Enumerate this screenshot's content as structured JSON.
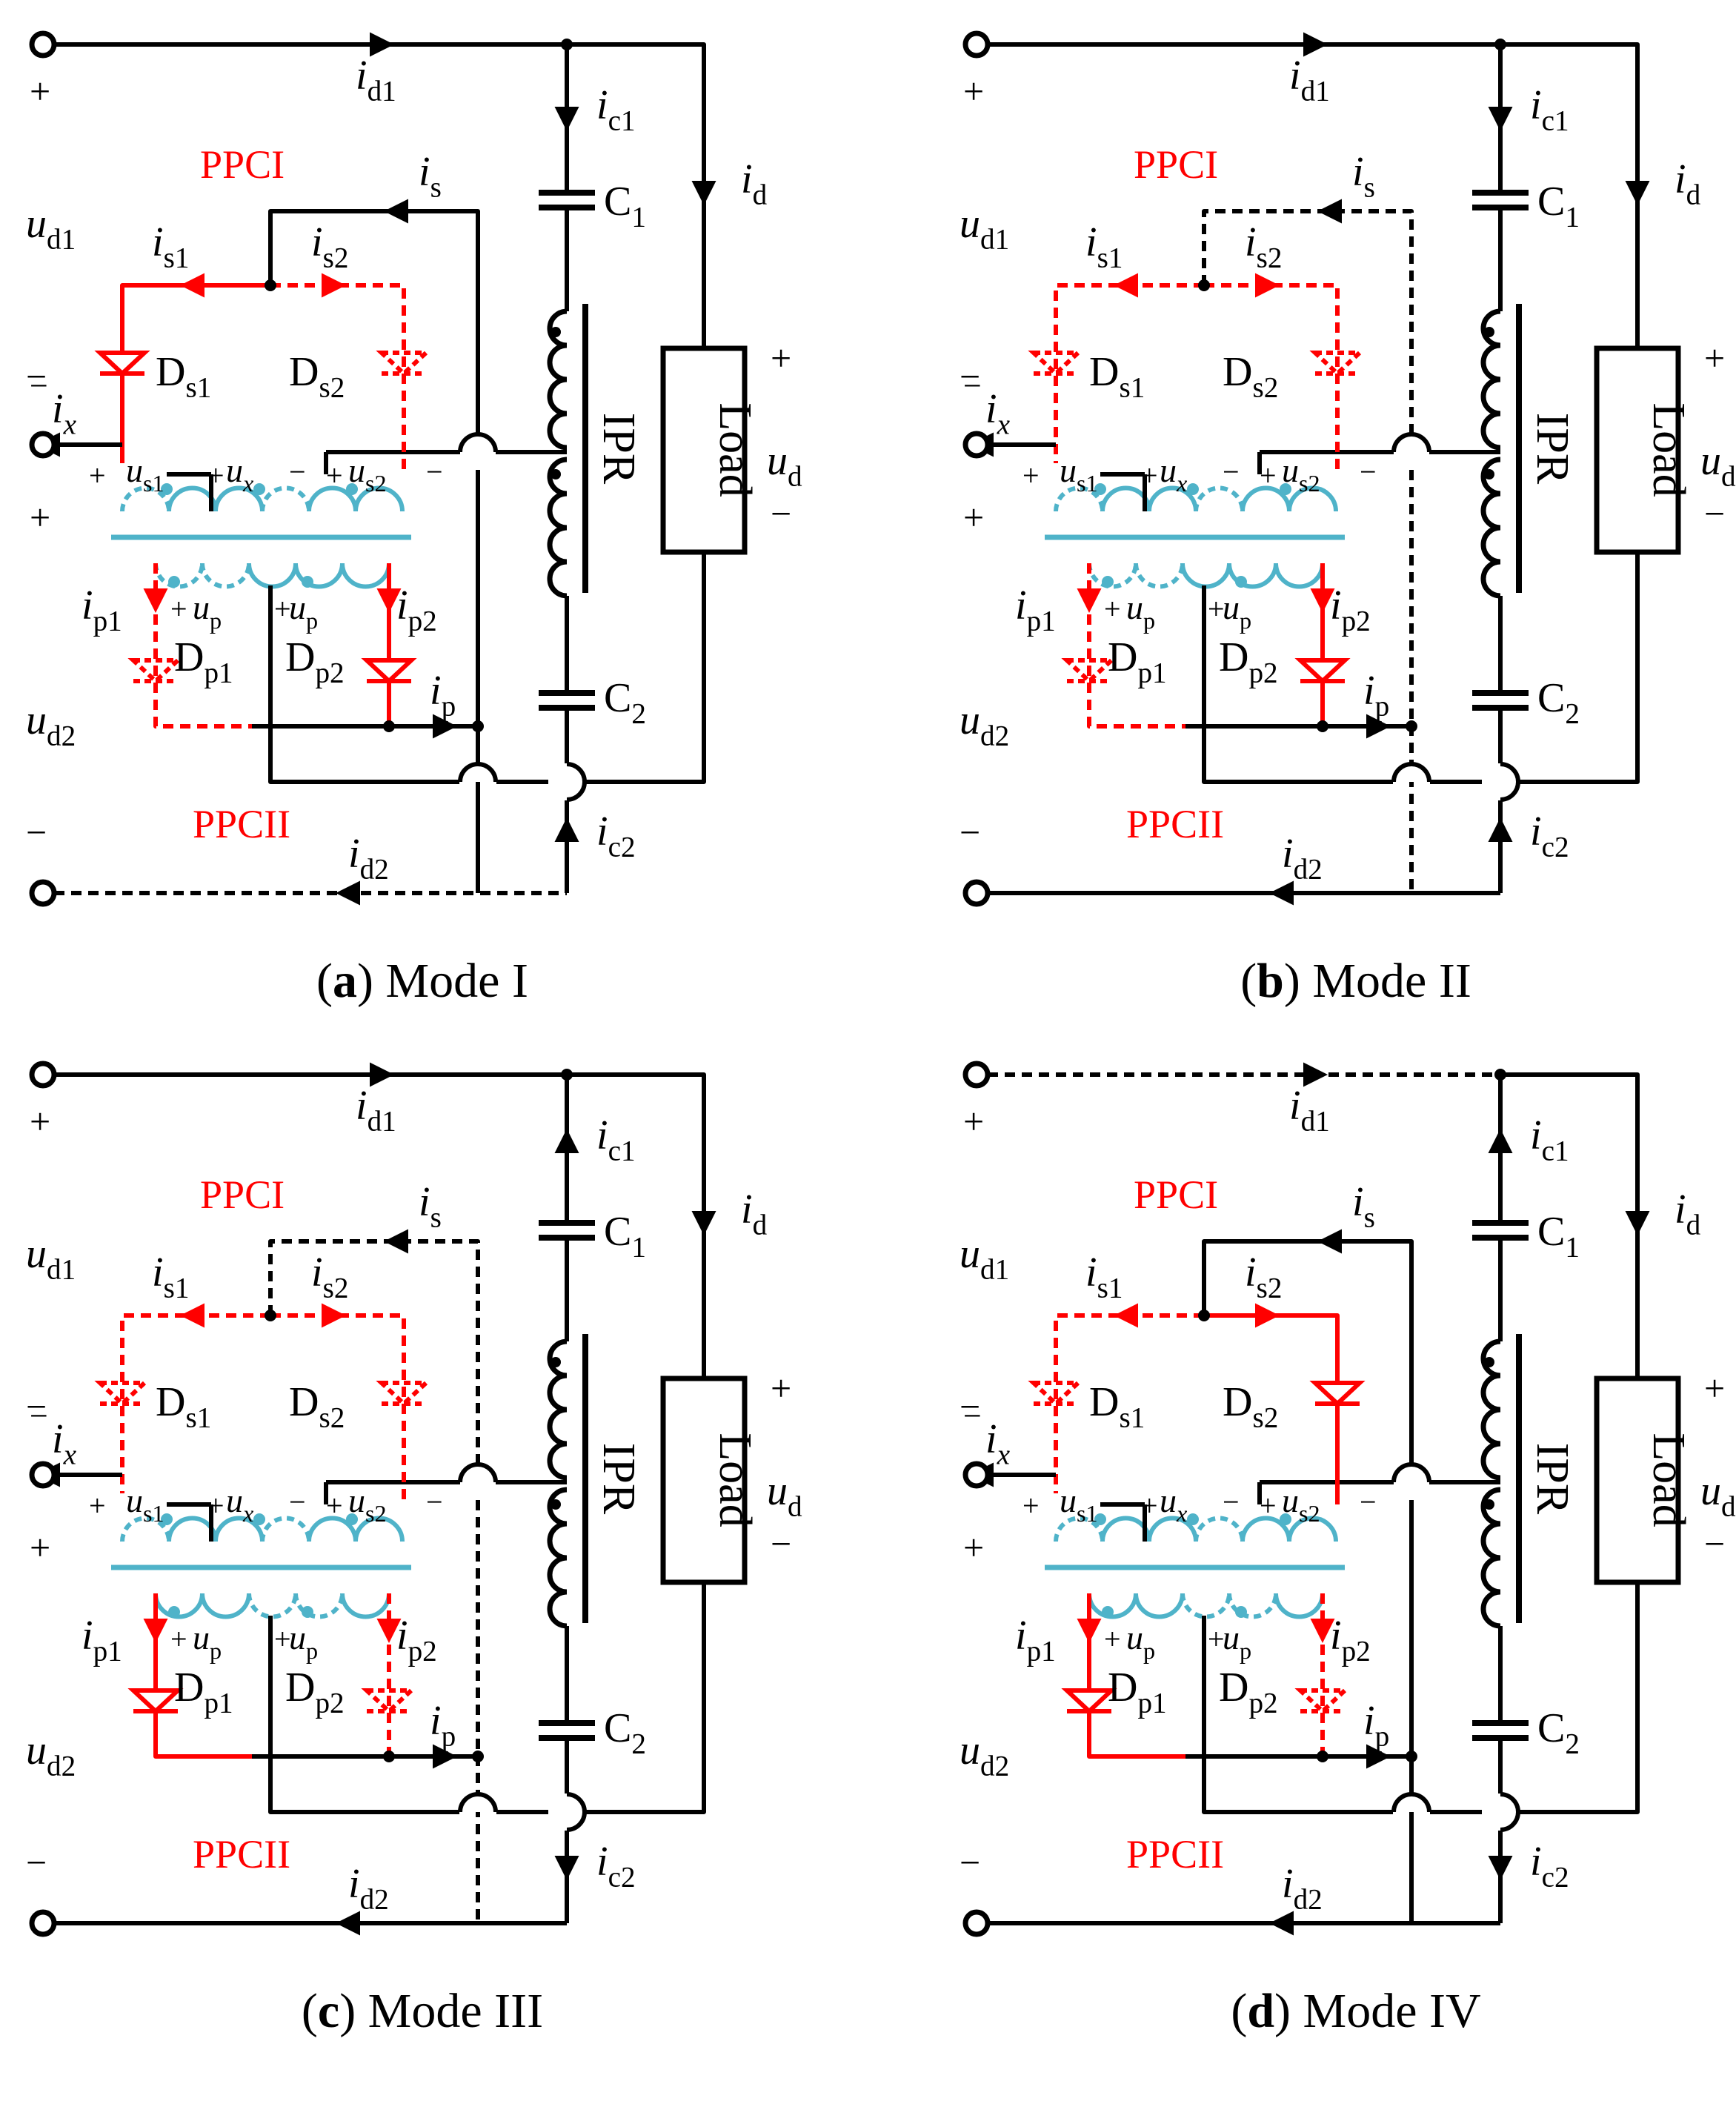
{
  "figure": {
    "panels": [
      {
        "id": "a",
        "caption": {
          "tag": "a",
          "text": "Mode I"
        },
        "s1": true,
        "s2": false,
        "p1": false,
        "p2": true,
        "d1_dashed": false,
        "d2_dashed": true,
        "s_dashed": false,
        "p_dashed": false,
        "x_dashed": false,
        "c1_dir": "down",
        "c2_dir": "up",
        "sec_dashed": [
          true,
          false,
          false,
          true
        ],
        "pri_dashed": [
          true,
          true,
          false,
          false
        ]
      },
      {
        "id": "b",
        "caption": {
          "tag": "b",
          "text": "Mode II"
        },
        "s1": false,
        "s2": false,
        "p1": false,
        "p2": true,
        "d1_dashed": false,
        "d2_dashed": false,
        "s_dashed": true,
        "p_dashed": false,
        "x_dashed": false,
        "c1_dir": "down",
        "c2_dir": "up",
        "sec_dashed": [
          true,
          false,
          false,
          true
        ],
        "pri_dashed": [
          true,
          true,
          false,
          false
        ]
      },
      {
        "id": "c",
        "caption": {
          "tag": "c",
          "text": "Mode III"
        },
        "s1": false,
        "s2": false,
        "p1": true,
        "p2": false,
        "d1_dashed": false,
        "d2_dashed": false,
        "s_dashed": true,
        "p_dashed": false,
        "x_dashed": false,
        "c1_dir": "up",
        "c2_dir": "down",
        "sec_dashed": [
          true,
          false,
          false,
          true
        ],
        "pri_dashed": [
          false,
          false,
          true,
          true
        ]
      },
      {
        "id": "d",
        "caption": {
          "tag": "d",
          "text": "Mode IV"
        },
        "s1": false,
        "s2": true,
        "p1": true,
        "p2": false,
        "d1_dashed": true,
        "d2_dashed": false,
        "s_dashed": false,
        "p_dashed": false,
        "x_dashed": false,
        "c1_dir": "up",
        "c2_dir": "down",
        "sec_dashed": [
          true,
          false,
          false,
          true
        ],
        "pri_dashed": [
          false,
          false,
          true,
          true
        ]
      }
    ],
    "labels": {
      "ppc1": "PPCI",
      "ppc2": "PPCII",
      "load": "Load",
      "ipr": "IPR",
      "plus": "+",
      "minus": "−",
      "i": "i",
      "u": "u",
      "c": "C",
      "d": "D",
      "sub_d1": "d1",
      "sub_d2": "d2",
      "sub_c1": "c1",
      "sub_c2": "c2",
      "sub_d": "d",
      "sub_s": "s",
      "sub_s1": "s1",
      "sub_s2": "s2",
      "sub_x": "x",
      "sub_p": "p",
      "sub_p1": "p1",
      "sub_p2": "p2",
      "sub_1": "1",
      "sub_2": "2"
    },
    "colors": {
      "wire": "#000000",
      "active": "#ff0000",
      "transformer": "#4fb3c9",
      "text": "#000000",
      "label_red": "#ff0000"
    }
  }
}
